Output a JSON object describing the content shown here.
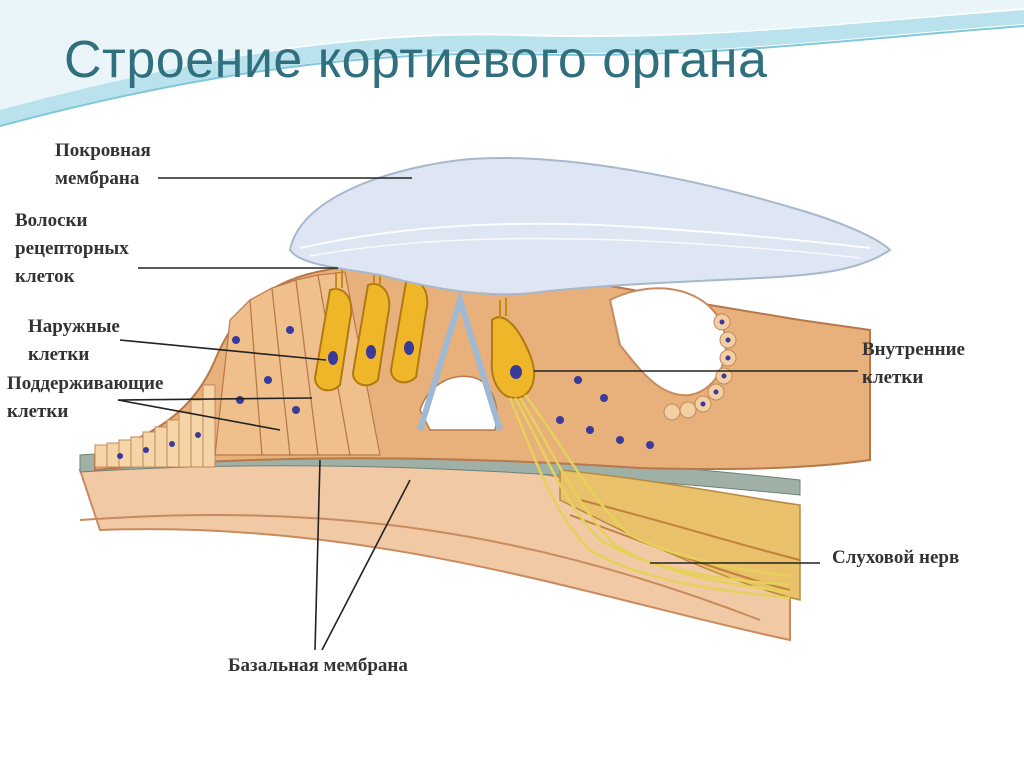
{
  "slide": {
    "title": "Строение кортиевого органа"
  },
  "labels": {
    "tectorial": [
      "Покровная",
      "мембрана"
    ],
    "hairs": [
      "Волоски",
      "рецепторных",
      "клеток"
    ],
    "outer": [
      "Наружные",
      "клетки"
    ],
    "supporting": [
      "Поддерживающие",
      "клетки"
    ],
    "inner": [
      "Внутренние",
      "клетки"
    ],
    "nerve": "Слуховой нерв",
    "basilar": "Базальная мембрана"
  },
  "colors": {
    "title": "#2f6f7e",
    "wave": "#7fc8dc",
    "tissue": "#e8b07a",
    "tissue_dark": "#c97f55",
    "membrane": "#dde6f2",
    "hair_cell": "#f0b62a",
    "nucleus": "#3a3a9a",
    "nerve": "#e6d15a"
  }
}
